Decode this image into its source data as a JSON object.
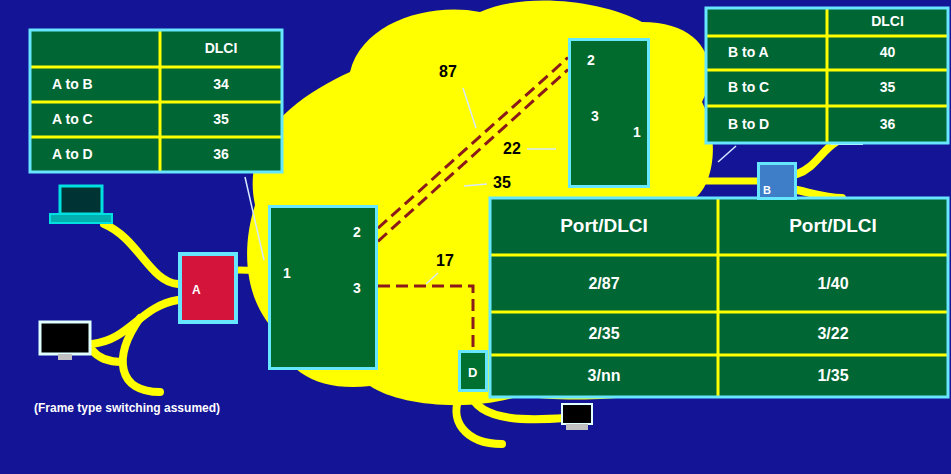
{
  "diagram": {
    "nodes": [
      {
        "text": [
          "1",
          "2",
          "3"
        ]
      },
      {
        "text": [
          "2",
          "3",
          "1"
        ]
      },
      {
        "text": [
          "A"
        ]
      },
      {
        "text": [
          "B"
        ]
      },
      {
        "text": [
          "D"
        ]
      }
    ],
    "edges": [
      {
        "from": 2,
        "to": 0,
        "arrow": "none"
      },
      {
        "from": 0,
        "to": 1,
        "arrow": "none"
      },
      {
        "from": 0,
        "to": 1,
        "arrow": "none"
      },
      {
        "from": 0,
        "to": 4,
        "arrow": "none"
      },
      {
        "from": 1,
        "to": 3,
        "arrow": "none"
      }
    ],
    "labels": [
      "DLCI",
      "A to B",
      "34",
      "A to C",
      "35",
      "A to D",
      "36",
      "DLCI",
      "B to A",
      "40",
      "B to C",
      "35",
      "B to D",
      "36",
      "Port/DLCI",
      "Port/DLCI",
      "2/87",
      "1/40",
      "2/35",
      "3/22",
      "3/nn",
      "1/35",
      "87",
      "22",
      "35",
      "17",
      "(Frame type switching assumed)"
    ]
  }
}
